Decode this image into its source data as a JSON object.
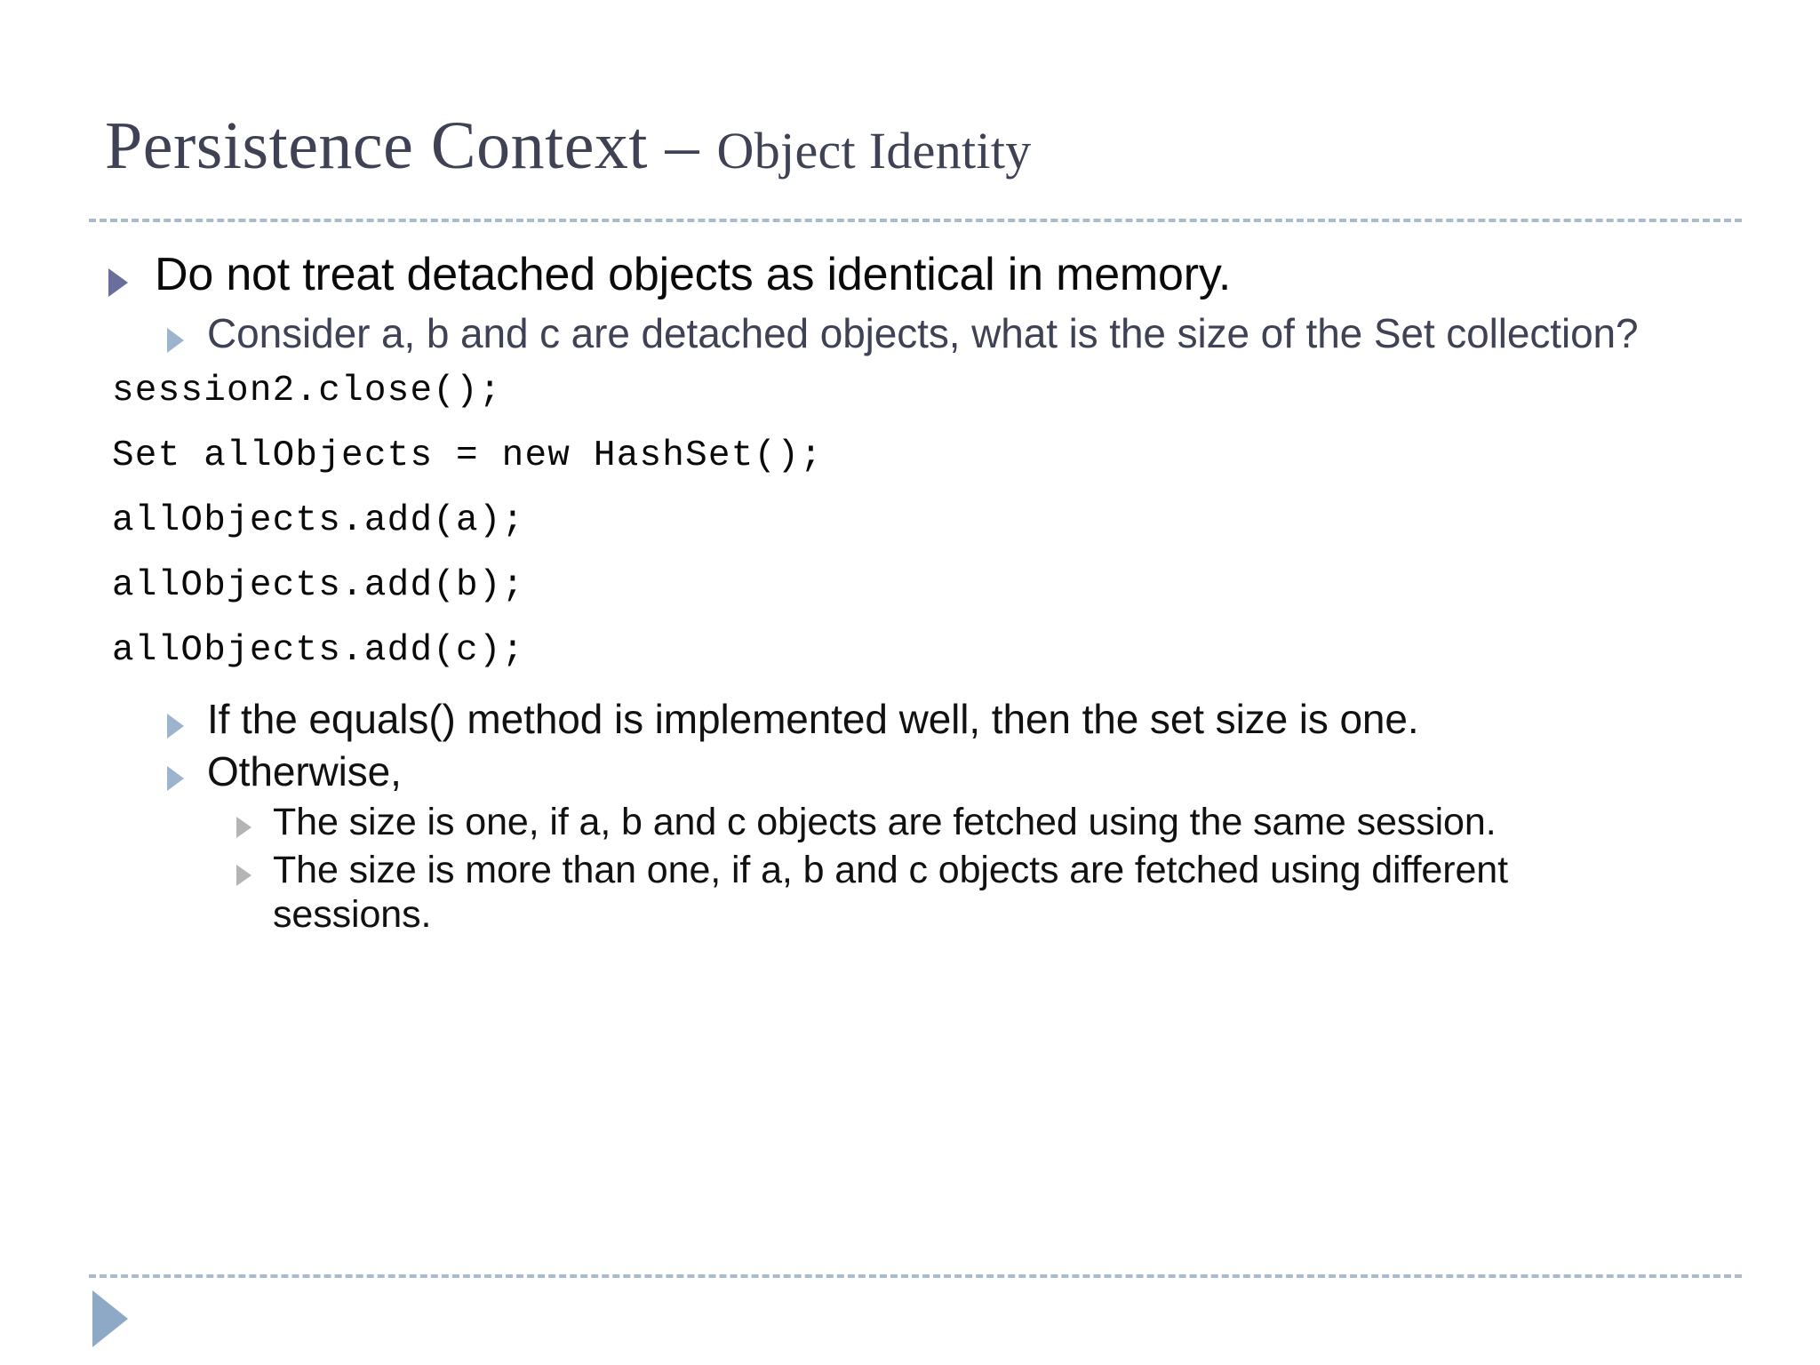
{
  "slide": {
    "title": {
      "main": "Persistence Context – ",
      "sub": "Object Identity"
    },
    "colors": {
      "title_text": "#3e4254",
      "rule": "#a9bccf",
      "bullet_level1": "#696e9c",
      "bullet_level2": "#9cb4ce",
      "bullet_level3": "#b4b4b4",
      "footer_triangle": "#8ea9c5",
      "body_text_dark": "#3f4254",
      "body_text_black": "#0a0a0a",
      "background": "#ffffff"
    },
    "content": {
      "bullet_l1_1": "Do not treat detached objects as identical in memory.",
      "bullet_l2_1": "Consider a, b and c are detached objects, what is the size of the Set collection?",
      "code": [
        "session2.close();",
        "Set allObjects = new HashSet();",
        "allObjects.add(a);",
        "allObjects.add(b);",
        "allObjects.add(c);"
      ],
      "bullet_l2_2": "If the equals() method is implemented well, then the set size is one.",
      "bullet_l2_3": "Otherwise,",
      "bullet_l3_1": "The size is one, if a, b and c objects are fetched using the same session.",
      "bullet_l3_2": "The size is more than one, if a, b and c objects are fetched using different sessions."
    }
  }
}
